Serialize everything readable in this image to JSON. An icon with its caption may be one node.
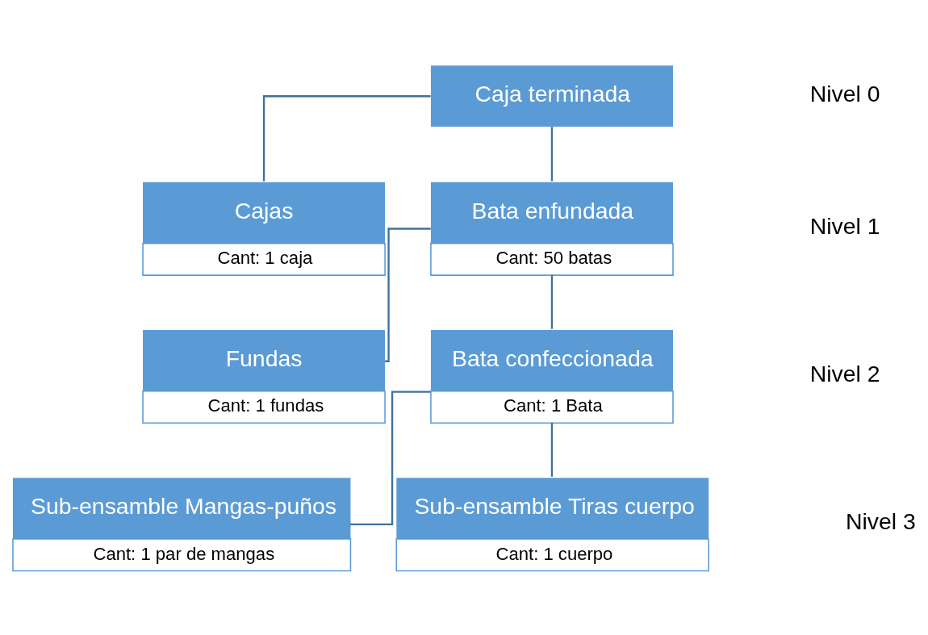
{
  "diagram": {
    "nodes": [
      {
        "text": [
          "Caja terminada"
        ]
      },
      {
        "text": [
          "Cajas",
          "Cant: 1 caja"
        ]
      },
      {
        "text": [
          "Bata enfundada",
          "Cant: 50 batas"
        ]
      },
      {
        "text": [
          "Fundas",
          "Cant: 1 fundas"
        ]
      },
      {
        "text": [
          "Bata confeccionada",
          "Cant: 1 Bata"
        ]
      },
      {
        "text": [
          "Sub-ensamble Mangas-puños",
          "Cant: 1 par de mangas"
        ]
      },
      {
        "text": [
          "Sub-ensamble Tiras cuerpo",
          "Cant: 1 cuerpo"
        ]
      }
    ],
    "edges": [
      {
        "from": 0,
        "to": 1,
        "arrow": "none"
      },
      {
        "from": 0,
        "to": 2,
        "arrow": "none"
      },
      {
        "from": 2,
        "to": 3,
        "arrow": "none"
      },
      {
        "from": 2,
        "to": 4,
        "arrow": "none"
      },
      {
        "from": 4,
        "to": 5,
        "arrow": "none"
      },
      {
        "from": 4,
        "to": 6,
        "arrow": "none"
      }
    ],
    "labels": [
      "Nivel 0",
      "Nivel 1",
      "Nivel 2",
      "Nivel 3"
    ]
  }
}
